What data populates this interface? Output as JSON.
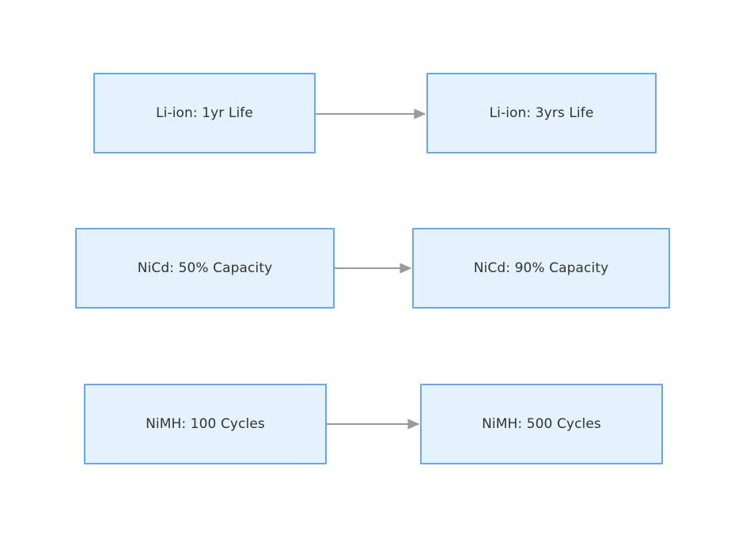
{
  "diagram": {
    "type": "flowchart",
    "direction": "left-to-right",
    "background_color": "#ffffff",
    "node_fill_color": "#e3f2fd",
    "node_border_color": "#6ba4f0",
    "node_text_color": "#333333",
    "edge_color": "#999999",
    "rows": [
      {
        "id": "li-ion",
        "from": {
          "label": "Li-ion: 1yr Life"
        },
        "to": {
          "label": "Li-ion: 3yrs Life"
        },
        "edge": {
          "label": "",
          "arrowhead": "triangle-right"
        }
      },
      {
        "id": "nicd",
        "from": {
          "label": "NiCd: 50% Capacity"
        },
        "to": {
          "label": "NiCd: 90% Capacity"
        },
        "edge": {
          "label": "",
          "arrowhead": "triangle-right"
        }
      },
      {
        "id": "nimh",
        "from": {
          "label": "NiMH: 100 Cycles"
        },
        "to": {
          "label": "NiMH: 500 Cycles"
        },
        "edge": {
          "label": "",
          "arrowhead": "triangle-right"
        }
      }
    ]
  }
}
